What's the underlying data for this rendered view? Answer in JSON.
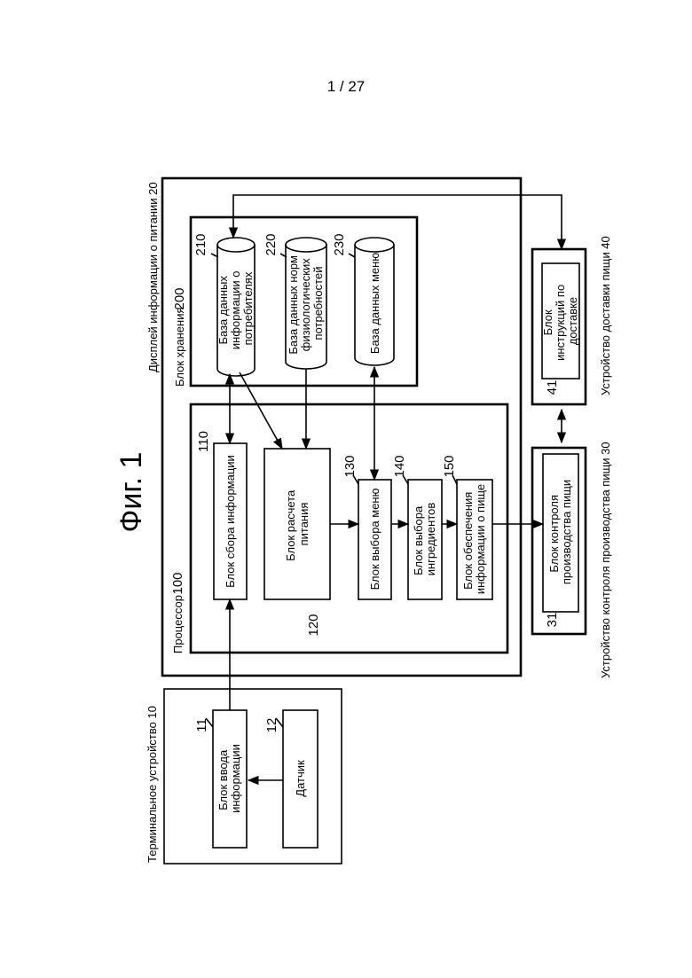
{
  "page_number": "1 / 27",
  "figure_title": "Фиг. 1",
  "terminal": {
    "label": "Терминальное устройство 10",
    "input_block": {
      "num": "11",
      "lines": [
        "Блок ввода",
        "информации"
      ]
    },
    "sensor": {
      "num": "12",
      "lines": [
        "Датчик"
      ]
    }
  },
  "display": {
    "label": "Дисплей информации о питании 20",
    "processor": {
      "label": "Процессор",
      "num": "100",
      "collect": {
        "num": "110",
        "lines": [
          "Блок сбора информации"
        ]
      },
      "calc": {
        "num": "120",
        "lines": [
          "Блок расчета",
          "питания"
        ]
      },
      "menu": {
        "num": "130",
        "lines": [
          "Блок выбора меню"
        ]
      },
      "ingredients": {
        "num": "140",
        "lines": [
          "Блок выбора",
          "ингредиентов"
        ]
      },
      "provide": {
        "num": "150",
        "lines": [
          "Блок обеспечения",
          "информации о пище"
        ]
      }
    },
    "storage": {
      "label": "Блок хранения",
      "num": "200",
      "db_consumers": {
        "num": "210",
        "lines": [
          "База данных",
          "информации о",
          "потребителях"
        ]
      },
      "db_norms": {
        "num": "220",
        "lines": [
          "База данных норм",
          "физиологических",
          "потребностей"
        ]
      },
      "db_menu": {
        "num": "230",
        "lines": [
          "База данных меню"
        ]
      }
    }
  },
  "production": {
    "label": "Устройство контроля производства пищи 30",
    "block": {
      "num": "31",
      "lines": [
        "Блок контроля",
        "производства пищи"
      ]
    }
  },
  "delivery": {
    "label": "Устройство доставки пищи 40",
    "block": {
      "num": "41",
      "lines": [
        "Блок",
        "инструкций по",
        "доставке"
      ]
    }
  }
}
